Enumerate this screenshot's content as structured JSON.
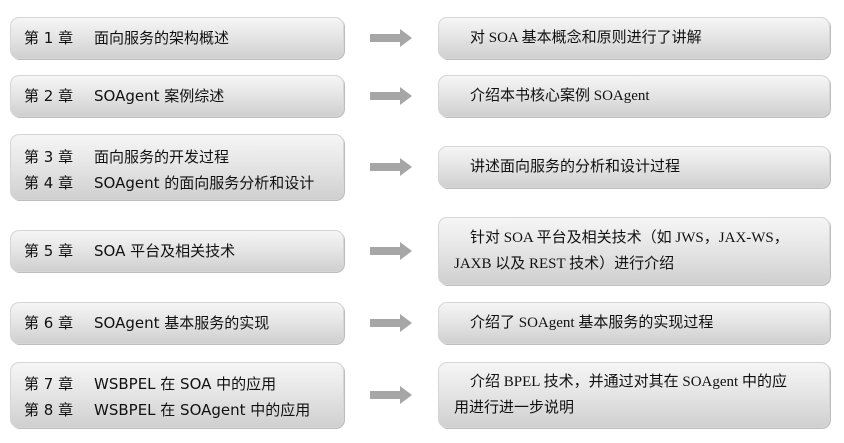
{
  "rows": [
    {
      "chapters": [
        {
          "num": "第 1 章",
          "title": "面向服务的架构概述"
        }
      ],
      "description": [
        "对 SOA 基本概念和原则进行了讲解"
      ]
    },
    {
      "chapters": [
        {
          "num": "第 2 章",
          "title": "SOAgent 案例综述"
        }
      ],
      "description": [
        "介绍本书核心案例 SOAgent"
      ]
    },
    {
      "chapters": [
        {
          "num": "第 3 章",
          "title": "面向服务的开发过程"
        },
        {
          "num": "第 4 章",
          "title": "SOAgent 的面向服务分析和设计"
        }
      ],
      "description": [
        "讲述面向服务的分析和设计过程"
      ]
    },
    {
      "chapters": [
        {
          "num": "第 5 章",
          "title": "SOA 平台及相关技术"
        }
      ],
      "description": [
        "针对 SOA 平台及相关技术（如 JWS，JAX-WS，",
        "JAXB 以及 REST 技术）进行介绍"
      ]
    },
    {
      "chapters": [
        {
          "num": "第 6 章",
          "title": "SOAgent 基本服务的实现"
        }
      ],
      "description": [
        "介绍了 SOAgent 基本服务的实现过程"
      ]
    },
    {
      "chapters": [
        {
          "num": "第 7 章",
          "title": "WSBPEL 在 SOA 中的应用"
        },
        {
          "num": "第 8 章",
          "title": "WSBPEL 在 SOAgent 中的应用"
        }
      ],
      "description": [
        "介绍 BPEL 技术，并通过对其在 SOAgent 中的应",
        "用进行进一步说明"
      ]
    }
  ],
  "colors": {
    "arrow": "#a6a6a6",
    "pill_top": "#f6f6f6",
    "pill_bottom": "#cfcfcf"
  }
}
